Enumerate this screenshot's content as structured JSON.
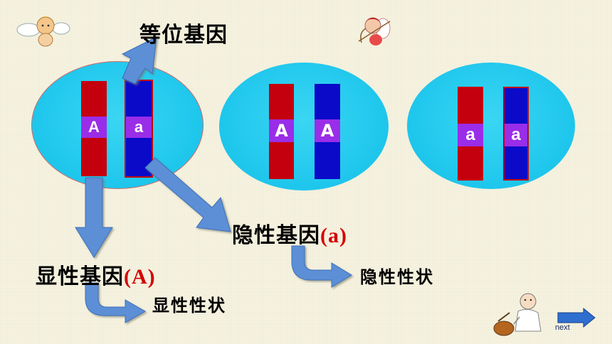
{
  "labels": {
    "allele": "等位基因",
    "recessive_gene": "隐性基因",
    "recessive_symbol": "(a)",
    "dominant_gene": "显性基因",
    "dominant_symbol": "(A)",
    "recessive_trait": "隐性性状",
    "dominant_trait": "显性性状"
  },
  "cells": [
    {
      "genes": [
        "A",
        "a"
      ]
    },
    {
      "genes": [
        "A",
        "A"
      ]
    },
    {
      "genes": [
        "a",
        "a"
      ]
    }
  ],
  "nav": {
    "next_label": "next"
  },
  "colors": {
    "cell": "#1ec6ec",
    "chromosome_red": "#c4000e",
    "chromosome_blue": "#0a0ac8",
    "gene_band": "#9a2de8",
    "arrow": "#5b8fd6",
    "emphasis": "#d40000"
  }
}
